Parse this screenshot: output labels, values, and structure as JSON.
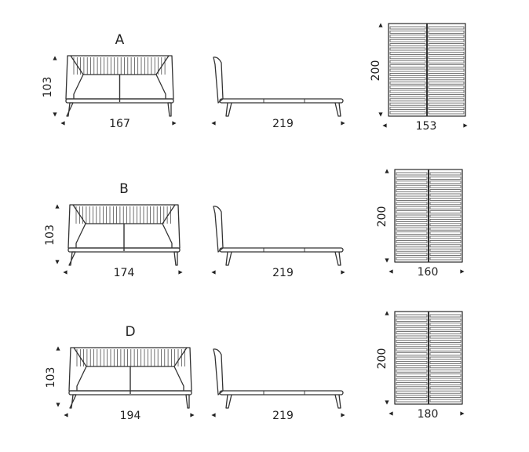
{
  "colors": {
    "line": "#333333",
    "slat": "#555555",
    "arrow": "#222222"
  },
  "rows": [
    {
      "label": "A",
      "height": "103",
      "front_width": "167",
      "side_length": "219",
      "slat_length": "200",
      "slat_width": "153"
    },
    {
      "label": "B",
      "height": "103",
      "front_width": "174",
      "side_length": "219",
      "slat_length": "200",
      "slat_width": "160"
    },
    {
      "label": "D",
      "height": "103",
      "front_width": "194",
      "side_length": "219",
      "slat_length": "200",
      "slat_width": "180"
    }
  ]
}
